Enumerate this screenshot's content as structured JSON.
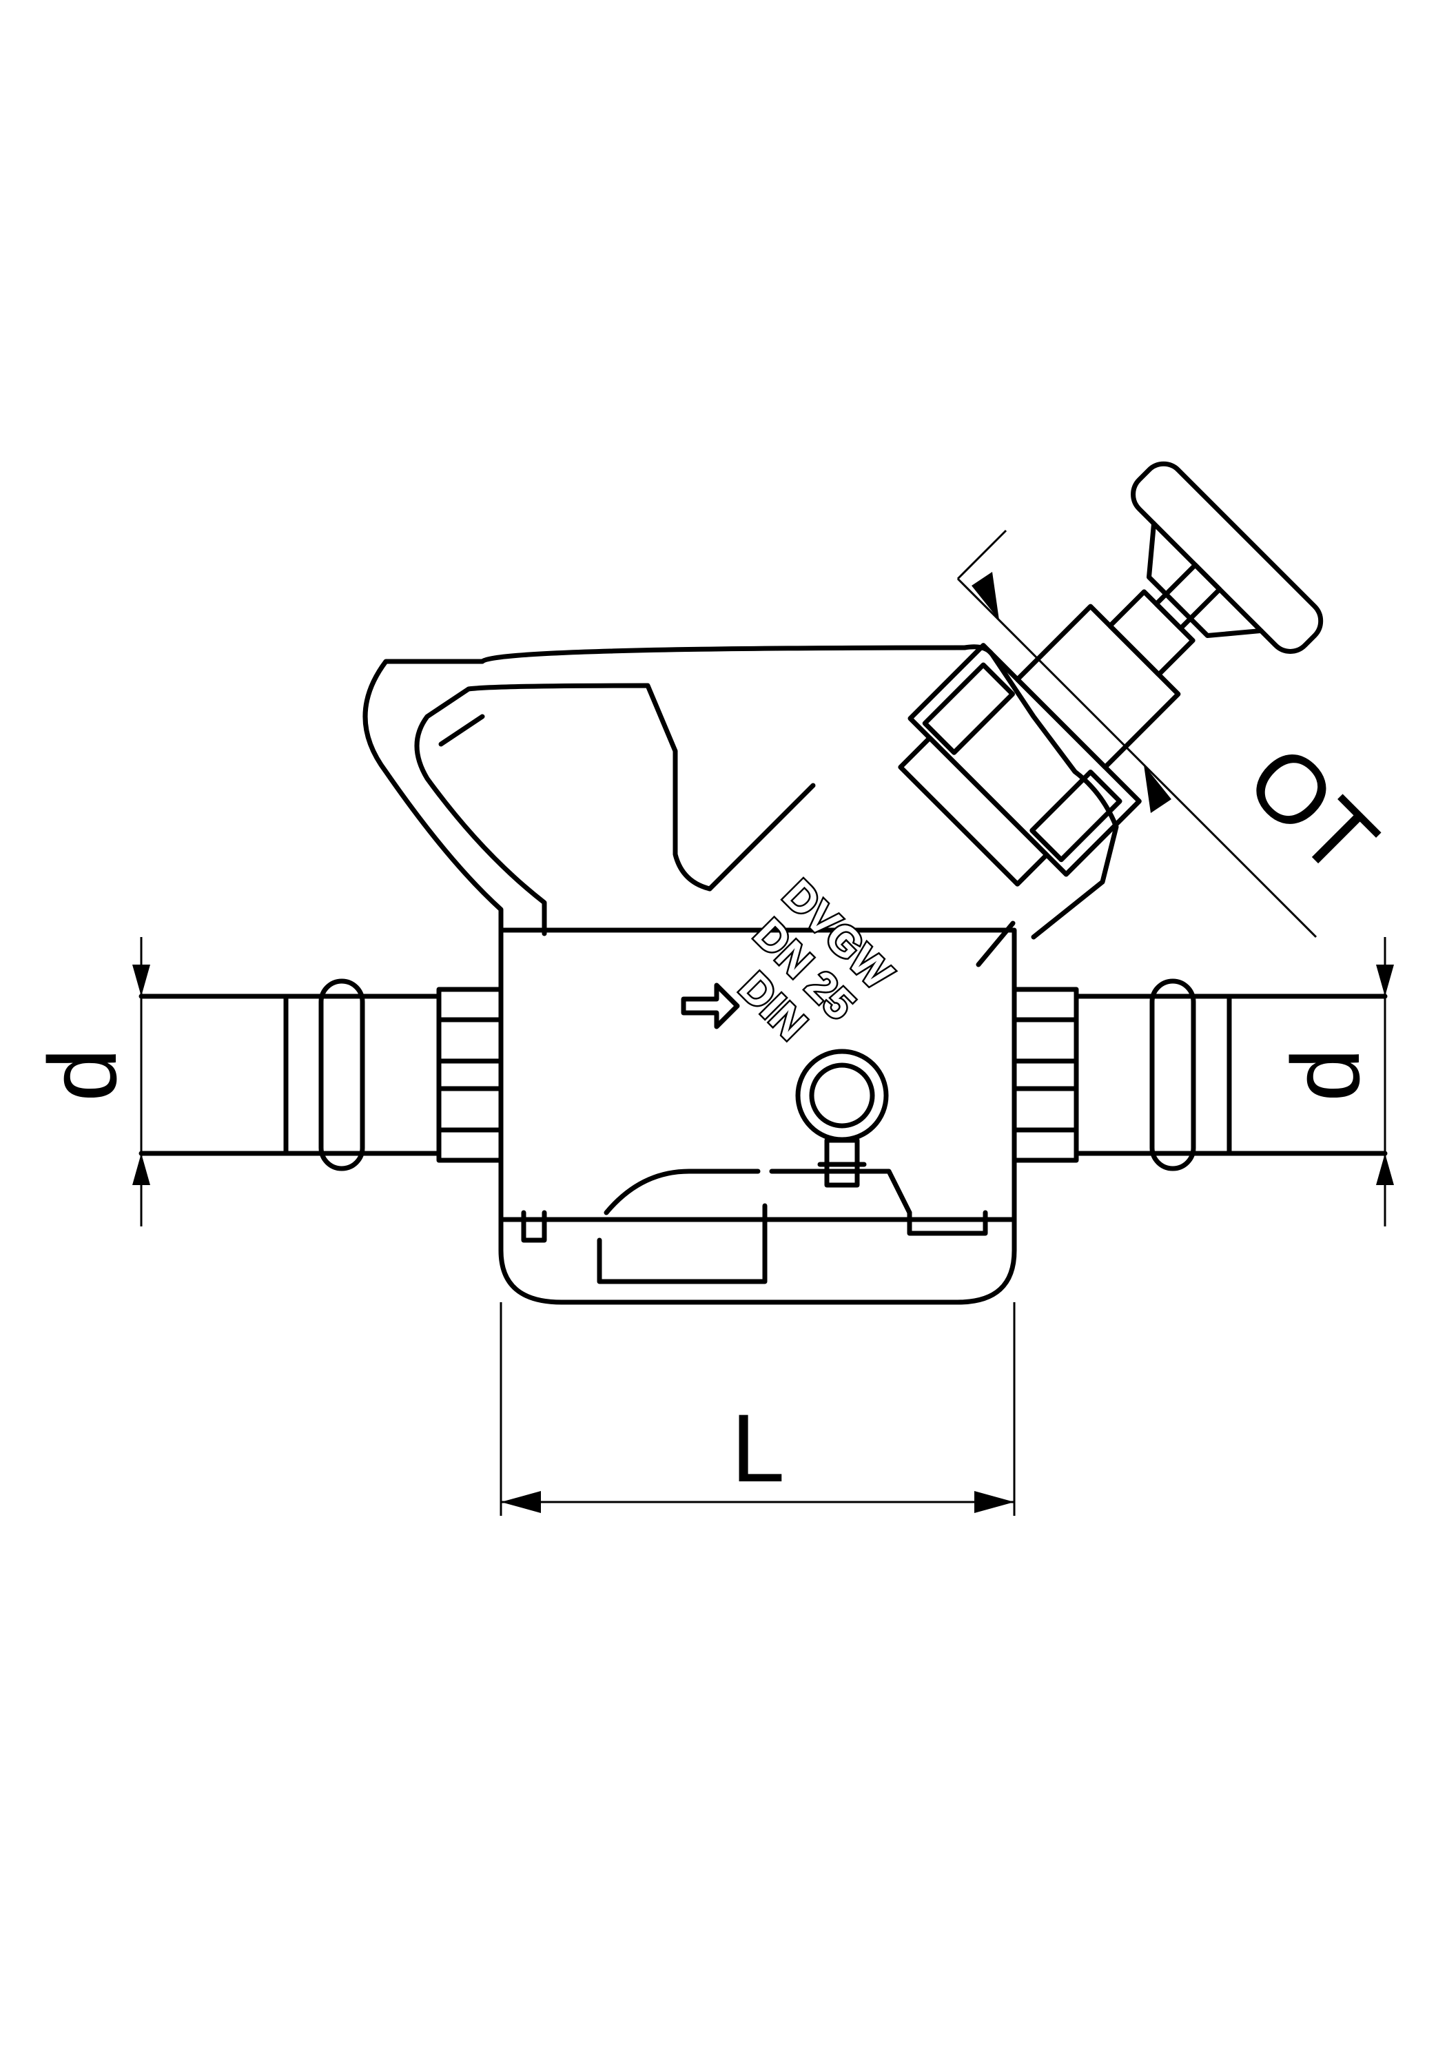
{
  "dimensions": {
    "left_diameter": "d",
    "right_diameter": "d",
    "length": "L",
    "height": "OT"
  },
  "body_marking": {
    "line1": "DVGW",
    "line2": "DN 25",
    "line3": "DIN"
  }
}
